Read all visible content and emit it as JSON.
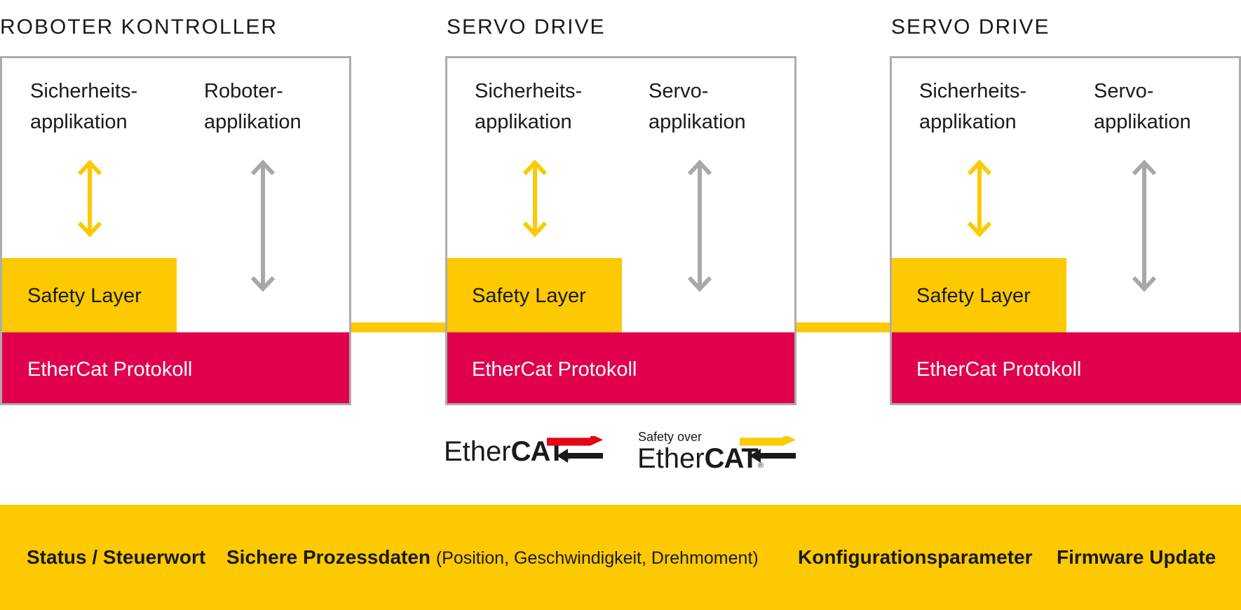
{
  "columns": [
    {
      "title": "ROBOTER KONTROLLER",
      "left_app": [
        "Sicherheits-",
        "applikation"
      ],
      "right_app": [
        "Roboter-",
        "applikation"
      ],
      "safety_layer": "Safety Layer",
      "protocol": "EtherCat Protokoll"
    },
    {
      "title": "SERVO DRIVE",
      "left_app": [
        "Sicherheits-",
        "applikation"
      ],
      "right_app": [
        "Servo-",
        "applikation"
      ],
      "safety_layer": "Safety Layer",
      "protocol": "EtherCat Protokoll"
    },
    {
      "title": "SERVO DRIVE",
      "left_app": [
        "Sicherheits-",
        "applikation"
      ],
      "right_app": [
        "Servo-",
        "applikation"
      ],
      "safety_layer": "Safety Layer",
      "protocol": "EtherCat Protokoll"
    }
  ],
  "logos": {
    "ethercat": {
      "ether": "Ether",
      "cat": "CAT",
      "reg": "®"
    },
    "safety_ethercat": {
      "prefix": "Safety over",
      "ether": "Ether",
      "cat": "CAT",
      "reg": "®"
    }
  },
  "bottom_bar": {
    "status": "Status / Steuerwort",
    "process_bold": "Sichere Prozessdaten",
    "process_detail": "(Position, Geschwindigkeit, Drehmoment)",
    "config": "Konfigurationsparameter",
    "firmware": "Firmware Update"
  },
  "colors": {
    "safety_yellow": "#fdc900",
    "ethercat_red": "#e0004d",
    "grey_arrow": "#a8a8a8",
    "box_border": "#adadad"
  }
}
